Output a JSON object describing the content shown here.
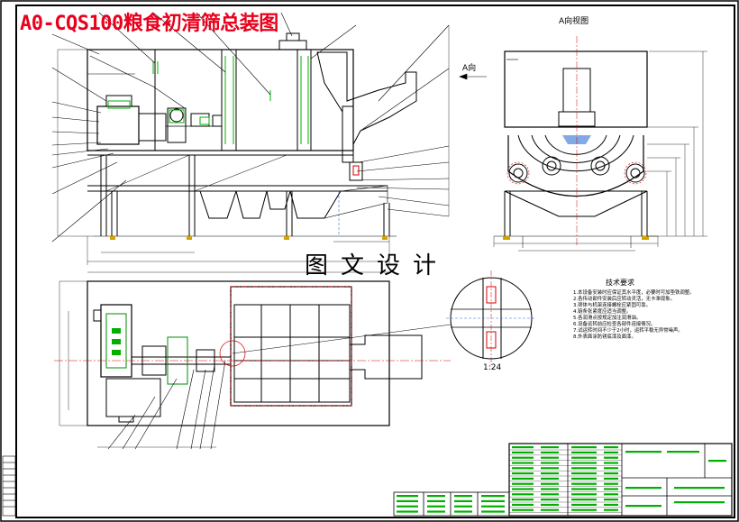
{
  "drawing": {
    "title": "A0-CQS100粮食初清筛总装图",
    "watermark": "图文设计",
    "view_a_label": "A向",
    "view_a_title": "A向视图",
    "detail_scale": "1:24",
    "notes_title": "技术要求",
    "notes": [
      "1.本设备安装时应保证其水平度，必要时可加垫铁调整。",
      "2.各传动部件安装后应转动灵活，无卡滞现象。",
      "3.筛体与机架连接螺栓应紧固可靠。",
      "4.链条张紧度应适当调整。",
      "5.各润滑点按规定加注润滑油。",
      "6.设备运转前应检查各部件连接情况。",
      "7.试运转时间不少于2小时，运转平稳无异常噪声。",
      "8.外表面涂防锈底漆及面漆。"
    ]
  },
  "colors": {
    "title": "#e8001c",
    "line": "#000000",
    "hidden": "#2f6fd6",
    "center": "#d40000",
    "green": "#00b000",
    "frame_green": "#17a51e"
  }
}
